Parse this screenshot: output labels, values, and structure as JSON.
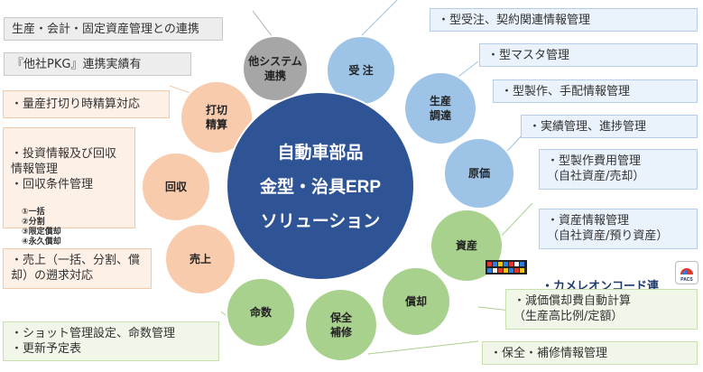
{
  "center": {
    "lines": [
      "自動車部品",
      "金型・治具ERP",
      "ソリューション"
    ]
  },
  "nodes": [
    {
      "id": "other-systems",
      "lines": [
        "他システム",
        "連携"
      ],
      "color": "#a6a6a6"
    },
    {
      "id": "order",
      "lines": [
        "受 注"
      ],
      "color": "#9dc3e6"
    },
    {
      "id": "production",
      "lines": [
        "生産",
        "調達"
      ],
      "color": "#9dc3e6"
    },
    {
      "id": "cost",
      "lines": [
        "原価"
      ],
      "color": "#9dc3e6"
    },
    {
      "id": "asset",
      "lines": [
        "資産"
      ],
      "color": "#a9d18e"
    },
    {
      "id": "depreciation",
      "lines": [
        "償却"
      ],
      "color": "#a9d18e"
    },
    {
      "id": "maintenance",
      "lines": [
        "保全",
        "補修"
      ],
      "color": "#a9d18e"
    },
    {
      "id": "shot-count",
      "lines": [
        "命数"
      ],
      "color": "#a9d18e"
    },
    {
      "id": "sales",
      "lines": [
        "売上"
      ],
      "color": "#f8cbad"
    },
    {
      "id": "recovery",
      "lines": [
        "回収"
      ],
      "color": "#f8cbad"
    },
    {
      "id": "cutoff",
      "lines": [
        "打切",
        "精算"
      ],
      "color": "#f8cbad"
    }
  ],
  "boxes": {
    "gray1": "生産・会計・固定資産管理との連携",
    "gray2": "『他社PKG』連携実績有",
    "blue1": "・型受注、契約関連情報管理",
    "blue2": "・型マスタ管理",
    "blue3": "・型製作、手配情報管理",
    "blue4": "・実績管理、進捗管理",
    "blue5": "・型製作費用管理\n（自社資産/売却）",
    "blue6": "・資産情報管理\n（自社資産/預り資産）",
    "camelleon": "・カメレオンコード連携",
    "green1": "・減価償却費自動計算\n（生産高比例/定額）",
    "green2": "・保全・補修情報管理",
    "green3": "・ショット管理設定、命数管理\n・更新予定表",
    "orange1": "・量産打切り時精算対応",
    "orange2": "・投資情報及び回収\n  情報管理\n・回収条件管理",
    "orange2_sub": "①一括\n②分割\n③限定償却\n④永久償却",
    "orange3": "・売上（一括、分割、償\n却）の遡求対応"
  },
  "logo": {
    "text": "PACS"
  }
}
